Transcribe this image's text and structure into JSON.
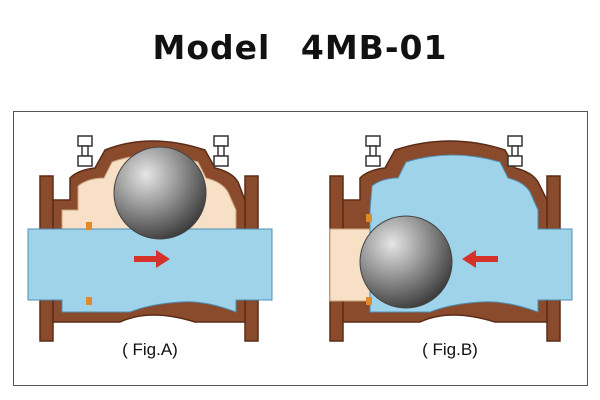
{
  "title": {
    "model_word": "Model",
    "model_code": "4MB-01"
  },
  "figures": [
    {
      "label": "( Fig.A)"
    },
    {
      "label": "( Fig.B)"
    }
  ],
  "colors": {
    "body": "#8a4a2c",
    "body_dark": "#5a2c17",
    "fluid": "#9ed3ea",
    "fluid_outline": "#4f8fb5",
    "cavity_empty": "#f7e0c6",
    "ball": "#8e8e8e",
    "arrow": "#d7322a",
    "seal": "#e08a2a"
  }
}
